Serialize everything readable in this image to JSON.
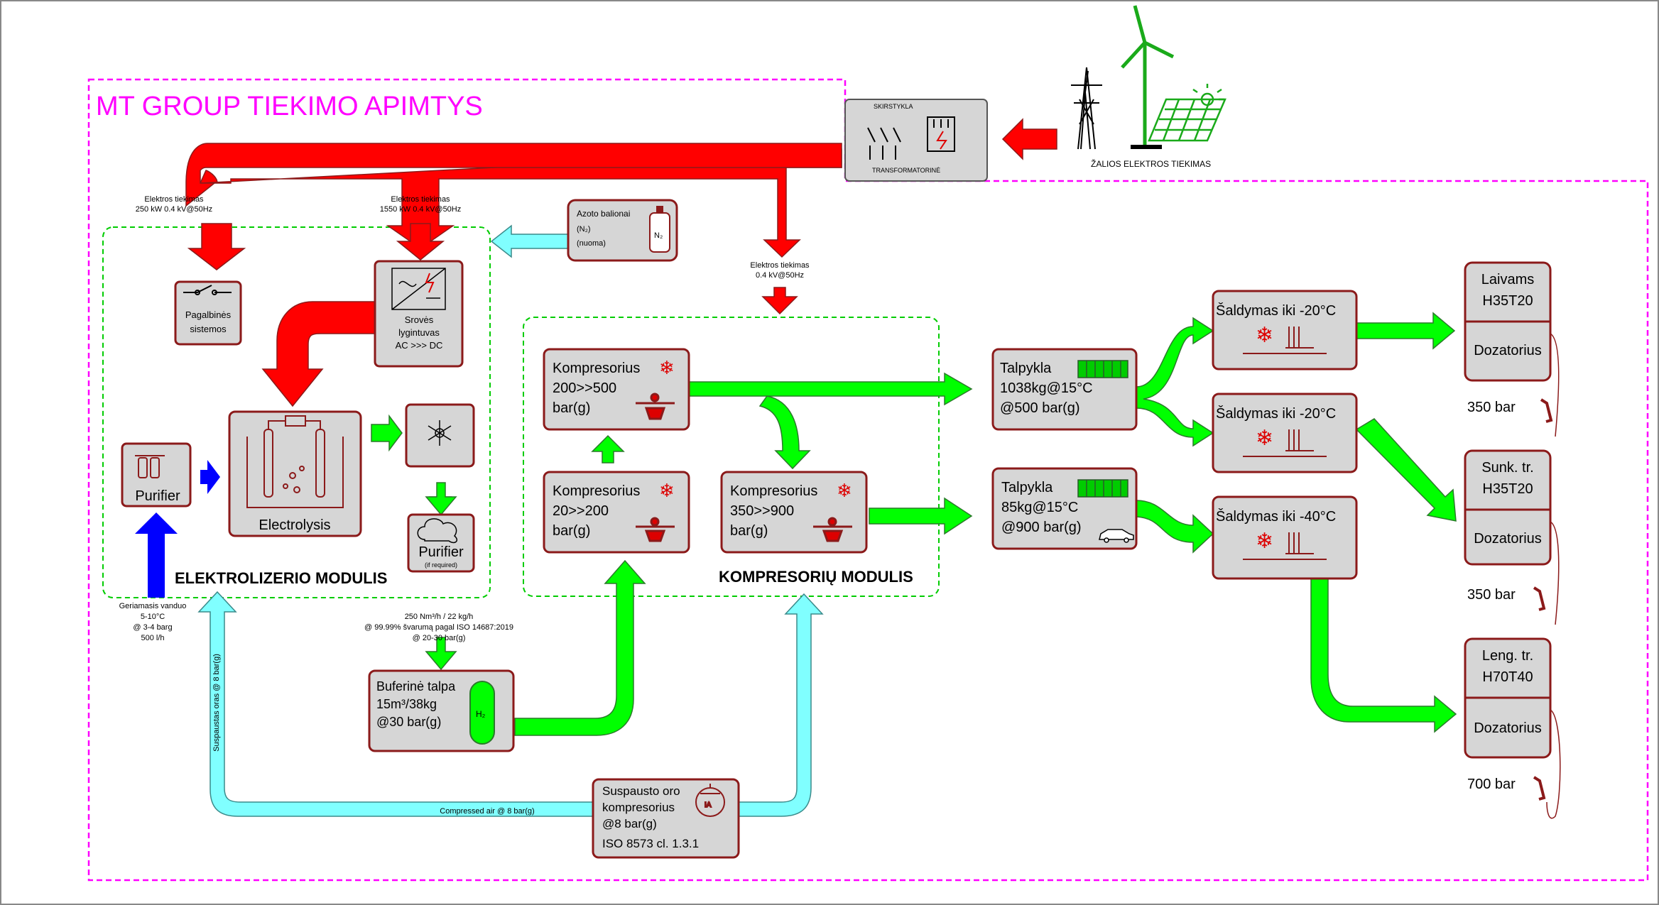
{
  "scope_title": "MT GROUP TIEKIMO APIMTYS",
  "switchgear": {
    "top": "SKIRSTYKLA",
    "bottom": "TRANSFORMATORINĖ"
  },
  "green_supply": "ŽALIOS ELEKTROS TIEKIMAS",
  "power_feeds": [
    {
      "line1": "Elektros tiekimas",
      "line2": "250 kW 0.4 kV@50Hz"
    },
    {
      "line1": "Elektros tiekimas",
      "line2": "1550 kW 0.4 kV@50Hz"
    },
    {
      "line1": "Elektros tiekimas",
      "line2": "0.4 kV@50Hz"
    }
  ],
  "nitrogen": {
    "line1": "Azoto balionai",
    "line2": "(N₂)",
    "line3": "(nuoma)",
    "symbol": "N₂"
  },
  "aux": {
    "line1": "Pagalbinės",
    "line2": "sistemos"
  },
  "rectifier": {
    "line1": "Srovės",
    "line2": "lygintuvas",
    "line3": "AC >>> DC"
  },
  "purifier_in": "Purifier",
  "electrolysis": "Electrolysis",
  "purifier_out": {
    "line1": "Purifier",
    "line2": "(if required)"
  },
  "electrolyzer_module": "ELEKTROLIZERIO MODULIS",
  "water": {
    "line1": "Geriamasis vanduo",
    "line2": "5-10°C",
    "line3": "@ 3-4 barg",
    "line4": "500 l/h"
  },
  "h2_output": {
    "line1": "250 Nm³/h / 22 kg/h",
    "line2": "@ 99.99% švarumą pagal ISO 14687:2019",
    "line3": "@ 20-30 bar(g)"
  },
  "buffer": {
    "line1": "Buferinė talpa",
    "line2": "15m³/38kg",
    "line3": "@30 bar(g)",
    "symbol": "H₂"
  },
  "comp_low": {
    "line1": "Kompresorius",
    "line2": "20>>200",
    "line3": "bar(g)"
  },
  "comp_mid": {
    "line1": "Kompresorius",
    "line2": "200>>500",
    "line3": "bar(g)"
  },
  "comp_high": {
    "line1": "Kompresorius",
    "line2": "350>>900",
    "line3": "bar(g)"
  },
  "compressor_module": "KOMPRESORIŲ MODULIS",
  "tank1": {
    "line1": "Talpykla",
    "line2": "1038kg@15°C",
    "line3": "@500 bar(g)"
  },
  "tank2": {
    "line1": "Talpykla",
    "line2": "85kg@15°C",
    "line3": "@900 bar(g)"
  },
  "cooling": [
    "Šaldymas iki -20°C",
    "Šaldymas iki -20°C",
    "Šaldymas iki -40°C"
  ],
  "dispensers": [
    {
      "line1": "Laivams",
      "line2": "H35T20",
      "unit": "Dozatorius",
      "pressure": "350 bar"
    },
    {
      "line1": "Sunk. tr.",
      "line2": "H35T20",
      "unit": "Dozatorius",
      "pressure": "350 bar"
    },
    {
      "line1": "Leng. tr.",
      "line2": "H70T40",
      "unit": "Dozatorius",
      "pressure": "700 bar"
    }
  ],
  "air_compressor": {
    "line1": "Suspausto oro",
    "line2": "kompresorius",
    "line3": "@8 bar(g)",
    "line4": "ISO 8573 cl. 1.3.1",
    "symbol": "IA"
  },
  "compressed_air_h": "Compressed air @ 8 bar(g)",
  "compressed_air_v": "Suspaustas oras @ 8 bar(g)",
  "colors": {
    "power": "#ff0000",
    "hydrogen": "#00ff00",
    "water": "#0000ff",
    "air": "#80ffff",
    "scope_border": "#ff00ff",
    "module_border": "#00cc00",
    "box_border": "#8b1a1a",
    "box_fill": "#d6d6d6"
  }
}
